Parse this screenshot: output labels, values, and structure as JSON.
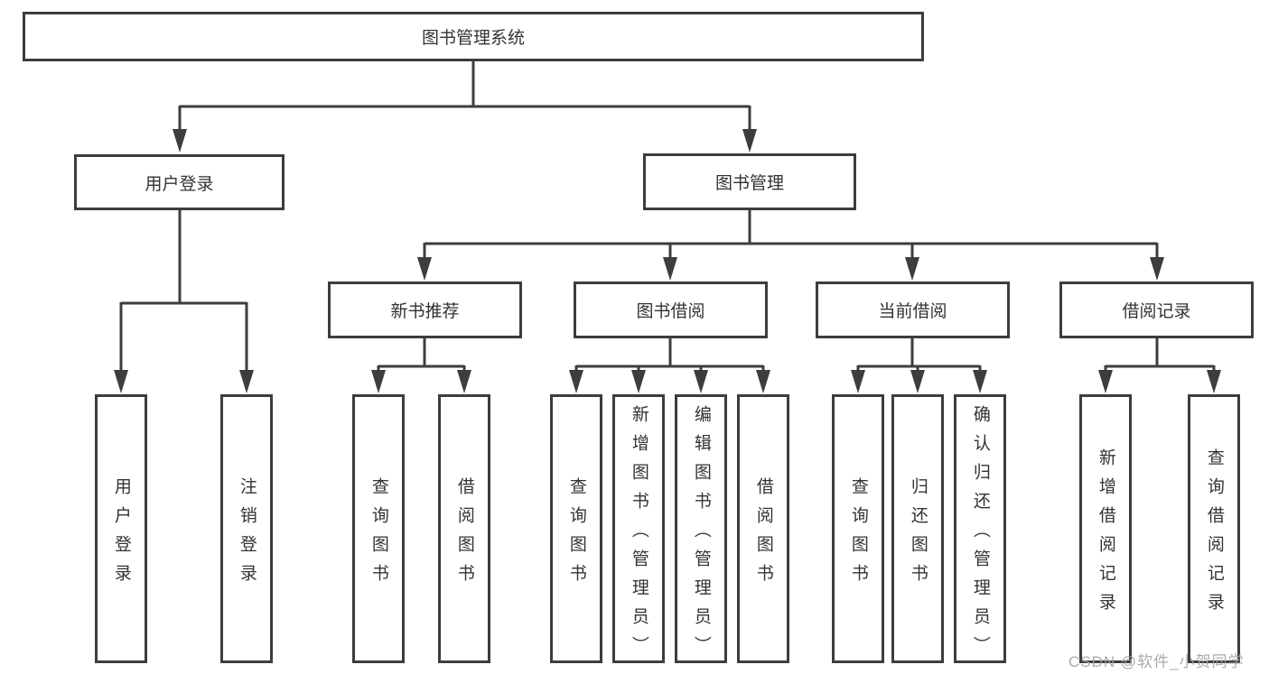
{
  "title": "图书管理系统",
  "nodes": {
    "root": "图书管理系统",
    "user_login": "用户登录",
    "book_mgmt": "图书管理",
    "new_books": "新书推荐",
    "borrow": "图书借阅",
    "current": "当前借阅",
    "records": "借阅记录"
  },
  "leaves": {
    "user_login": [
      "用户登录",
      "注销登录"
    ],
    "new_books": [
      "查询图书",
      "借阅图书"
    ],
    "borrow": [
      "查询图书",
      "新增图书（管理员）",
      "编辑图书（管理员）",
      "借阅图书"
    ],
    "current": [
      "查询图书",
      "归还图书",
      "确认归还（管理员）"
    ],
    "records": [
      "新增借阅记录",
      "查询借阅记录"
    ]
  },
  "watermark": "CSDN @软件_小贺同学",
  "colors": {
    "line": "#3d3d3d",
    "text": "#333333",
    "watermark": "#a2a2a2",
    "background": "#ffffff"
  }
}
